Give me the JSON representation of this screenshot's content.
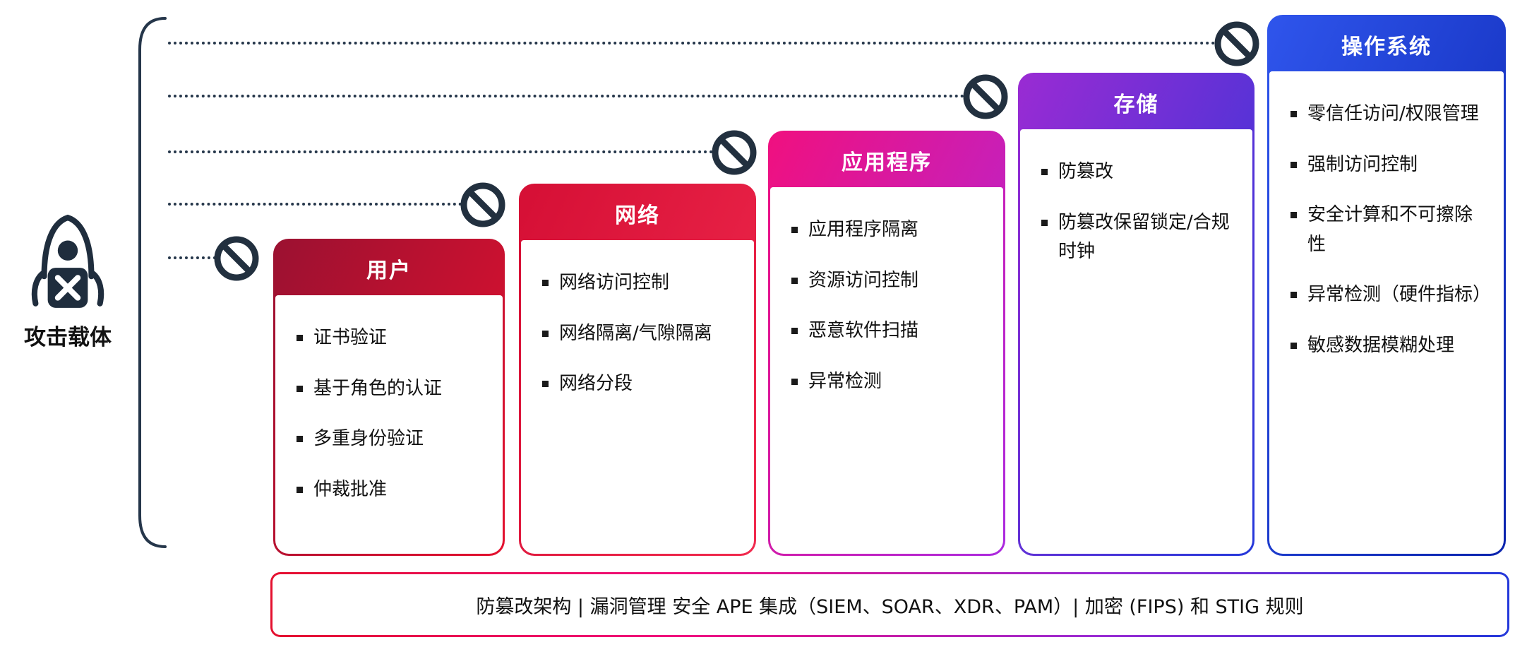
{
  "attacker": {
    "label": "攻击载体"
  },
  "cards": [
    {
      "id": "user",
      "title": "用户",
      "color_a": "#9b1131",
      "color_b": "#e4112f",
      "items": [
        "证书验证",
        "基于角色的认证",
        "多重身份验证",
        "仲裁批准"
      ]
    },
    {
      "id": "network",
      "title": "网络",
      "color_a": "#d50f35",
      "color_b": "#f12a4e",
      "items": [
        "网络访问控制",
        "网络隔离/气隙隔离",
        "网络分段"
      ]
    },
    {
      "id": "application",
      "title": "应用程序",
      "color_a": "#f0107f",
      "color_b": "#ab2ae0",
      "items": [
        "应用程序隔离",
        "资源访问控制",
        "恶意软件扫描",
        "异常检测"
      ]
    },
    {
      "id": "storage",
      "title": "存储",
      "color_a": "#9a2bd3",
      "color_b": "#2438da",
      "items": [
        "防篡改",
        "防篡改保留锁定/合规时钟"
      ]
    },
    {
      "id": "os",
      "title": "操作系统",
      "color_a": "#2f55ec",
      "color_b": "#0a23ad",
      "items": [
        "零信任访问/权限管理",
        "强制访问控制",
        "安全计算和不可擦除性",
        "异常检测（硬件指标）",
        "敏感数据模糊处理"
      ]
    }
  ],
  "banner": {
    "text": "防篡改架构 | 漏洞管理 安全 APE 集成（SIEM、SOAR、XDR、PAM）| 加密 (FIPS) 和 STIG 规则",
    "border_colors": [
      "#e4112f",
      "#f0107f",
      "#9a2bd3",
      "#2438da"
    ]
  },
  "icon_color": "#22303f"
}
